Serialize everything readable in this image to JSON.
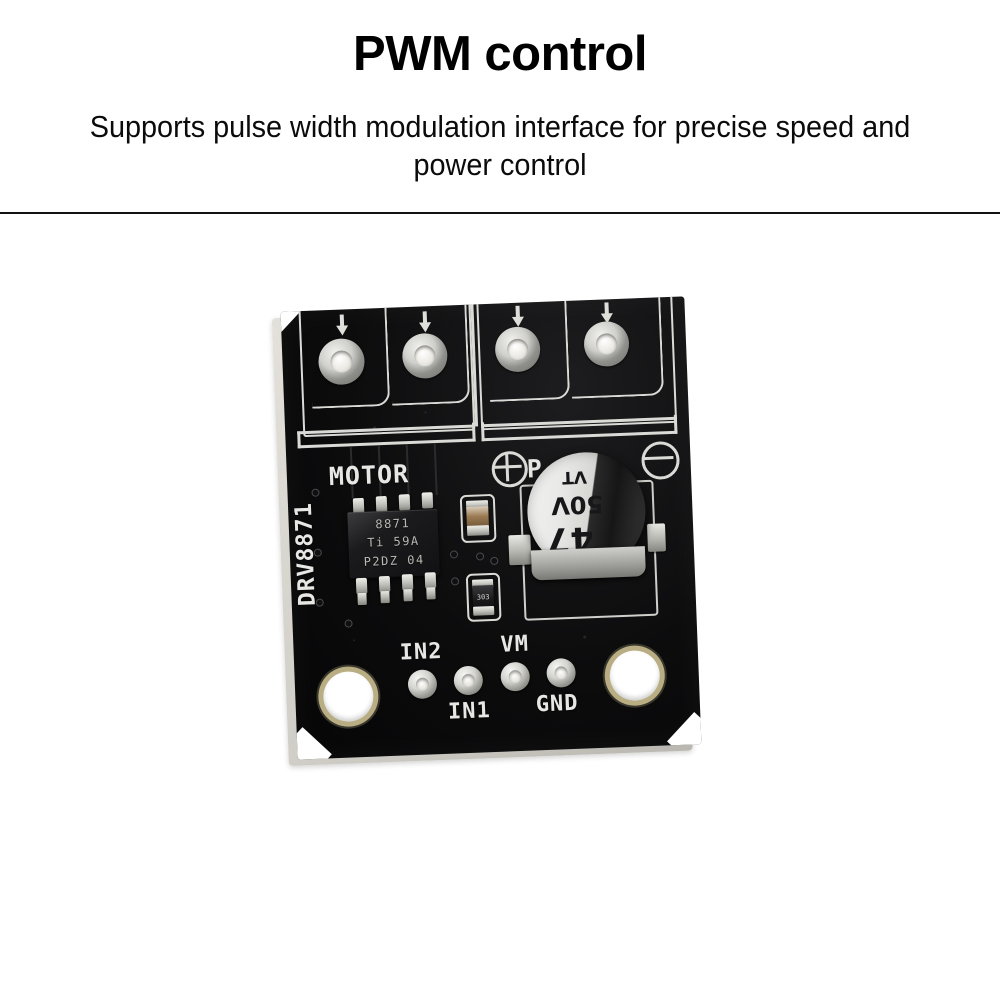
{
  "header": {
    "title": "PWM control",
    "subtitle": "Supports pulse width modulation interface for precise speed and power control"
  },
  "board": {
    "part_label": "DRV8871",
    "silkscreen": {
      "motor": "MOTOR",
      "power": "P",
      "plus_symbol": "⊕",
      "minus_symbol": "⊖"
    },
    "pin_labels": {
      "in2": "IN2",
      "in1": "IN1",
      "vm": "VM",
      "gnd": "GND"
    },
    "ic": {
      "line1": "8871",
      "line2": "Ti  59A",
      "line3": "P2DZ 04"
    },
    "capacitor": {
      "value": "47",
      "voltage": "50V",
      "brand": "VT"
    },
    "resistors": {
      "r1_code": "",
      "r2_code": "303"
    },
    "colors": {
      "solder_mask": "#0c0c0d",
      "silkscreen": "#dadbd6",
      "pad_metal": "#cfcfcb",
      "substrate_edge": "#d4d2ca",
      "mount_ring": "#b9ae83"
    }
  },
  "page": {
    "background": "#ffffff",
    "divider_color": "#111111"
  }
}
